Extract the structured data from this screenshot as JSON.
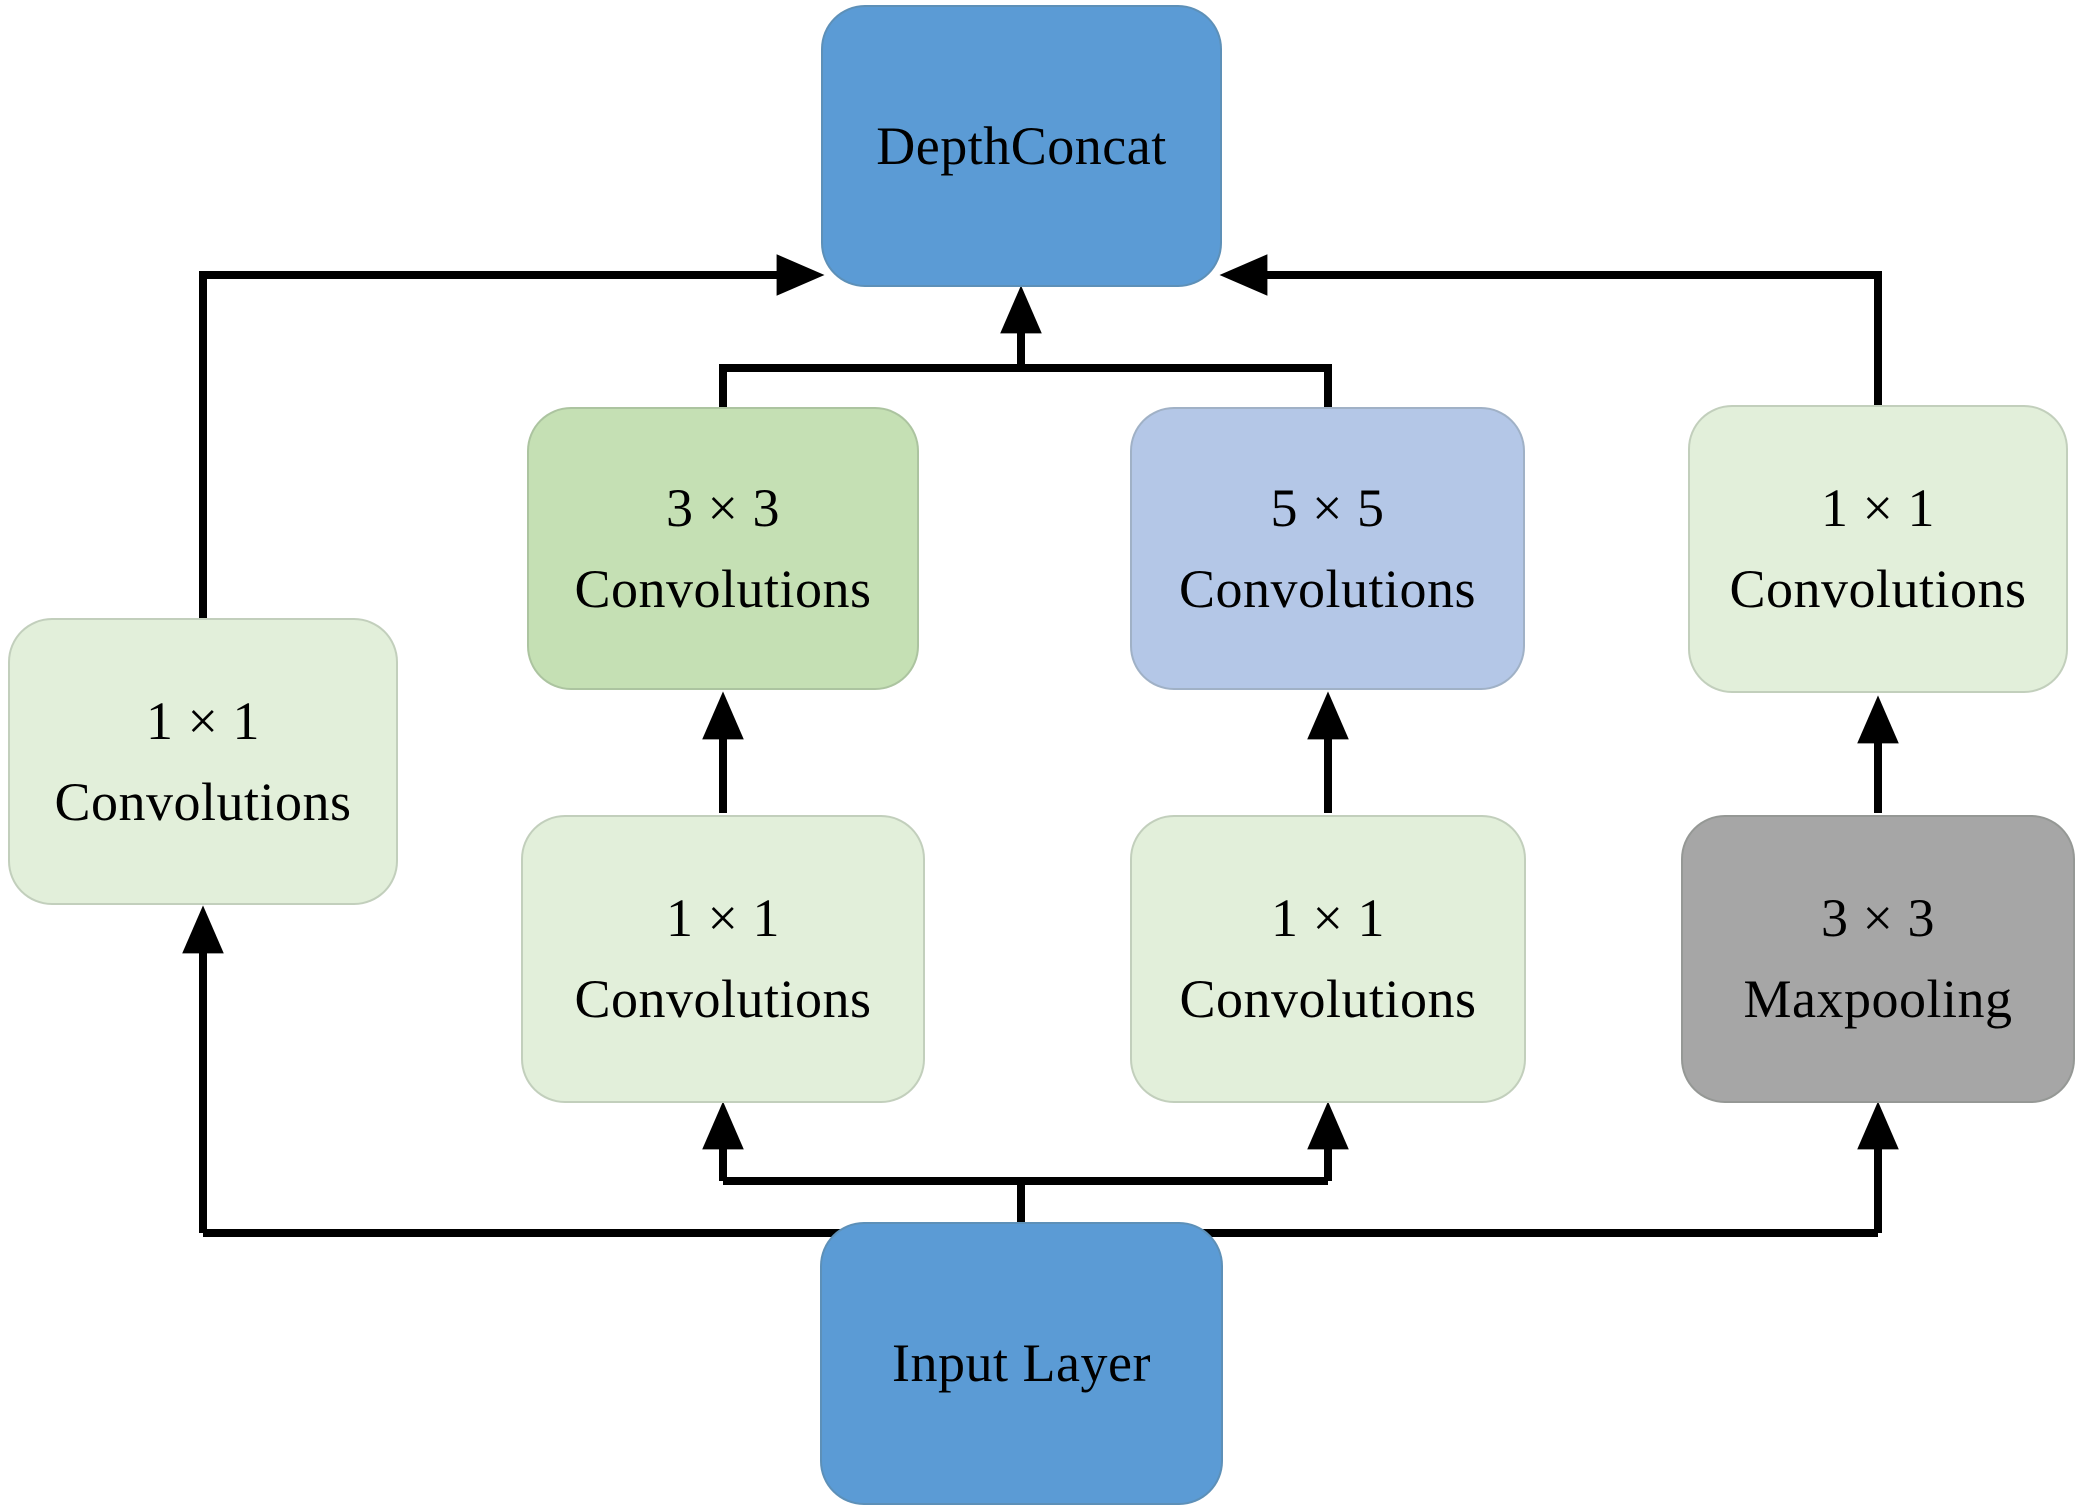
{
  "diagram": {
    "background_color": "#ffffff",
    "line_color": "#000000",
    "text_color": "#000000",
    "nodes": {
      "depth_concat": {
        "label": "DepthConcat",
        "color": "#5b9bd5"
      },
      "conv3x3": {
        "line1": "3 × 3",
        "line2": "Convolutions",
        "color": "#c5e0b4"
      },
      "conv5x5": {
        "line1": "5 × 5",
        "line2": "Convolutions",
        "color": "#b4c7e7"
      },
      "conv1x1_top_right": {
        "line1": "1 × 1",
        "line2": "Convolutions",
        "color": "#e2efda"
      },
      "conv1x1_left": {
        "line1": "1 × 1",
        "line2": "Convolutions",
        "color": "#e2efda"
      },
      "conv1x1_mid_left": {
        "line1": "1 × 1",
        "line2": "Convolutions",
        "color": "#e2efda"
      },
      "conv1x1_mid_right": {
        "line1": "1 × 1",
        "line2": "Convolutions",
        "color": "#e2efda"
      },
      "maxpool": {
        "line1": "3 × 3",
        "line2": "Maxpooling",
        "color": "#a6a6a6"
      },
      "input_layer": {
        "label": "Input Layer",
        "color": "#5b9bd5"
      }
    }
  }
}
